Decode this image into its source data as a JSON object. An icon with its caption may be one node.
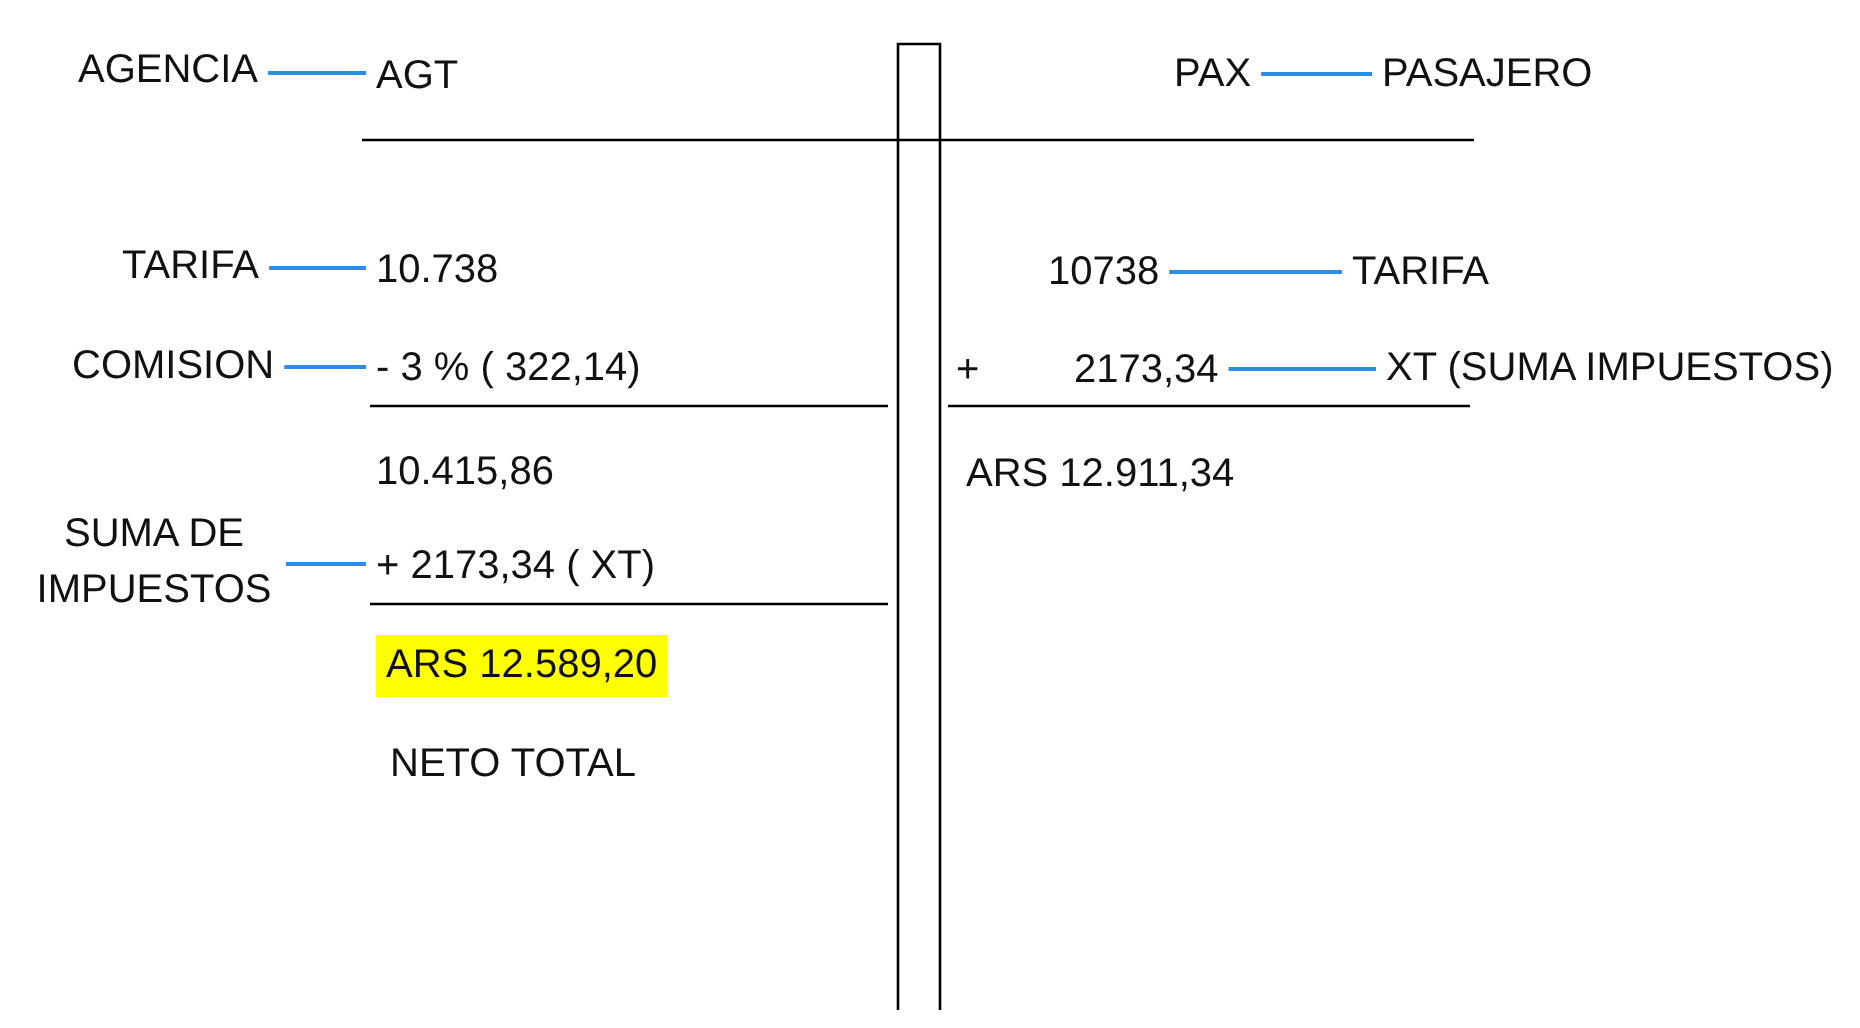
{
  "diagram": {
    "nodes": [
      {
        "text": [
          "AGENCIA"
        ]
      },
      {
        "text": [
          "AGT"
        ]
      },
      {
        "text": [
          "PAX"
        ]
      },
      {
        "text": [
          "PASAJERO"
        ]
      },
      {
        "text": [
          "TARIFA"
        ]
      },
      {
        "text": [
          "10.738"
        ]
      },
      {
        "text": [
          "10738"
        ]
      },
      {
        "text": [
          "TARIFA"
        ]
      },
      {
        "text": [
          "COMISION"
        ]
      },
      {
        "text": [
          "- 3 % ( 322,14)"
        ]
      },
      {
        "text": [
          "2173,34"
        ]
      },
      {
        "text": [
          "XT (SUMA IMPUESTOS)"
        ]
      },
      {
        "text": [
          "SUMA DE IMPUESTOS"
        ]
      },
      {
        "text": [
          "+ 2173,34 ( XT)"
        ]
      },
      {
        "text": [
          "ARS 12.589,20"
        ],
        "beside": [
          "NETO TOTAL"
        ]
      }
    ],
    "edges": [
      {
        "from": 0,
        "to": 1,
        "arrow": "none"
      },
      {
        "from": 2,
        "to": 3,
        "arrow": "none"
      },
      {
        "from": 4,
        "to": 5,
        "arrow": "none"
      },
      {
        "from": 6,
        "to": 7,
        "arrow": "none"
      },
      {
        "from": 8,
        "to": 9,
        "arrow": "none"
      },
      {
        "from": 10,
        "to": 11,
        "arrow": "none"
      },
      {
        "from": 12,
        "to": 13,
        "arrow": "none"
      }
    ],
    "labels": [
      "+",
      "10.415,86",
      "ARS 12.911,34"
    ]
  }
}
